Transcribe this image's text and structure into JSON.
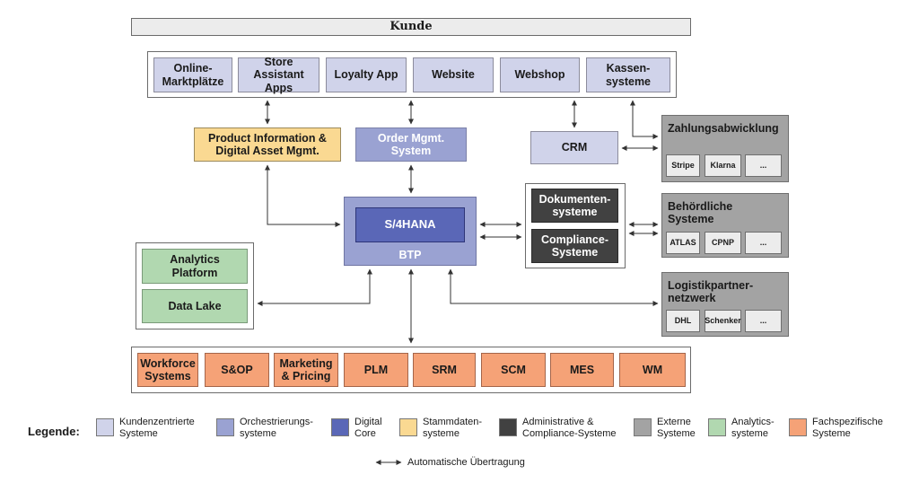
{
  "customer_bar": {
    "label": "Kunde"
  },
  "customer_systems": [
    {
      "label": "Online-\nMarktplätze"
    },
    {
      "label": "Store Assistant\nApps"
    },
    {
      "label": "Loyalty App"
    },
    {
      "label": "Website"
    },
    {
      "label": "Webshop"
    },
    {
      "label": "Kassen-\nsysteme"
    }
  ],
  "pim": {
    "label": "Product Information &\nDigital Asset Mgmt."
  },
  "oms": {
    "label": "Order Mgmt.\nSystem"
  },
  "crm": {
    "label": "CRM"
  },
  "btp": {
    "core_label": "S/4HANA",
    "platform_label": "BTP"
  },
  "admin_systems": [
    {
      "label": "Dokumenten-\nsysteme"
    },
    {
      "label": "Compliance-\nSysteme"
    }
  ],
  "analytics_systems": [
    {
      "label": "Analytics\nPlatform"
    },
    {
      "label": "Data Lake"
    }
  ],
  "external_groups": [
    {
      "title": "Zahlungsabwicklung",
      "items": [
        "Stripe",
        "Klarna",
        "..."
      ]
    },
    {
      "title": "Behördliche\nSysteme",
      "items": [
        "ATLAS",
        "CPNP",
        "..."
      ]
    },
    {
      "title": "Logistikpartner-\nnetzwerk",
      "items": [
        "DHL",
        "Schenker",
        "..."
      ]
    }
  ],
  "specialist_systems": [
    {
      "label": "Workforce\nSystems"
    },
    {
      "label": "S&OP"
    },
    {
      "label": "Marketing\n& Pricing"
    },
    {
      "label": "PLM"
    },
    {
      "label": "SRM"
    },
    {
      "label": "SCM"
    },
    {
      "label": "MES"
    },
    {
      "label": "WM"
    }
  ],
  "legend": {
    "title": "Legende:",
    "items": [
      {
        "label": "Kundenzentrierte\nSysteme",
        "color": "#d0d3ea"
      },
      {
        "label": "Orchestrierungs-\nsysteme",
        "color": "#9aa2d2"
      },
      {
        "label": "Digital\nCore",
        "color": "#5a67b7"
      },
      {
        "label": "Stammdaten-\nsysteme",
        "color": "#fad992"
      },
      {
        "label": "Administrative &\nCompliance-Systeme",
        "color": "#414141"
      },
      {
        "label": "Externe\nSysteme",
        "color": "#a3a3a3"
      },
      {
        "label": "Analytics-\nsysteme",
        "color": "#b1d8b0"
      },
      {
        "label": "Fachspezifische\nSysteme",
        "color": "#f5a277"
      }
    ],
    "arrow_label": "Automatische Übertragung"
  }
}
